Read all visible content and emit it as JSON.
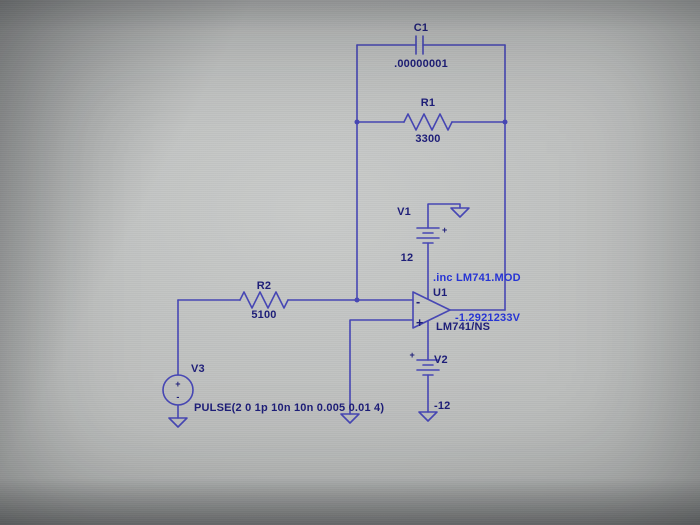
{
  "photo": {
    "background_center": "#c9cbca",
    "background_edge": "#8d8f8e",
    "wire_color": "#4747b4",
    "label_color": "#1e1e78",
    "directive_color": "#2734d4"
  },
  "components": {
    "c1": {
      "ref": "C1",
      "value": ".00000001"
    },
    "r1": {
      "ref": "R1",
      "value": "3300"
    },
    "r2": {
      "ref": "R2",
      "value": "5100"
    },
    "u1": {
      "ref": "U1",
      "model": "LM741/NS",
      "inverting_sign": "-",
      "noninverting_sign": "+"
    },
    "v1": {
      "ref": "V1",
      "value": "12",
      "polarity": "+"
    },
    "v2": {
      "ref": "V2",
      "value": "-12",
      "polarity": "+"
    },
    "v3": {
      "ref": "V3",
      "value": "PULSE(2 0 1p 10n 10n 0.005 0.01 4)",
      "plus": "+",
      "minus": "-"
    }
  },
  "annotations": {
    "spice_directive": ".inc LM741.MOD",
    "probe_readout": "-1.2921233V"
  }
}
